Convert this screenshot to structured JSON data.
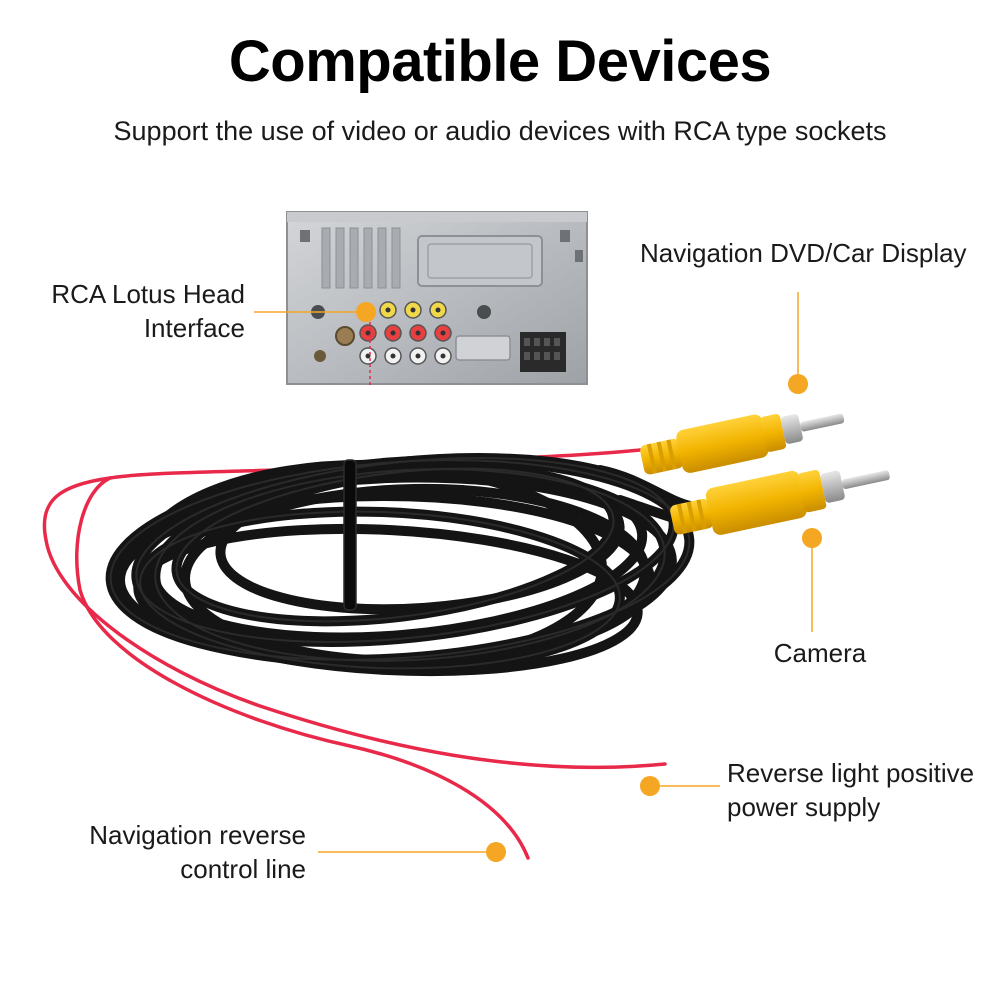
{
  "header": {
    "title": "Compatible Devices",
    "subtitle": "Support the use of video or audio devices with RCA type sockets"
  },
  "callouts": {
    "rca_interface": [
      "RCA Lotus Head",
      "Interface"
    ],
    "navigation_display": "Navigation DVD/Car Display",
    "camera": "Camera",
    "reverse_light": [
      "Reverse light positive",
      "power supply"
    ],
    "navigation_reverse": [
      "Navigation reverse",
      "control line"
    ]
  },
  "colors": {
    "accent": "#f5a623",
    "wire_red": "#e8294a",
    "cable_black": "#141414",
    "plug_yellow": "#f2b400",
    "panel_silver": "#b9bcc0"
  },
  "icons": {
    "head_unit": "car-head-unit-rear-panel",
    "cable": "rca-extension-cable-icon",
    "plug": "rca-plug-icon"
  }
}
